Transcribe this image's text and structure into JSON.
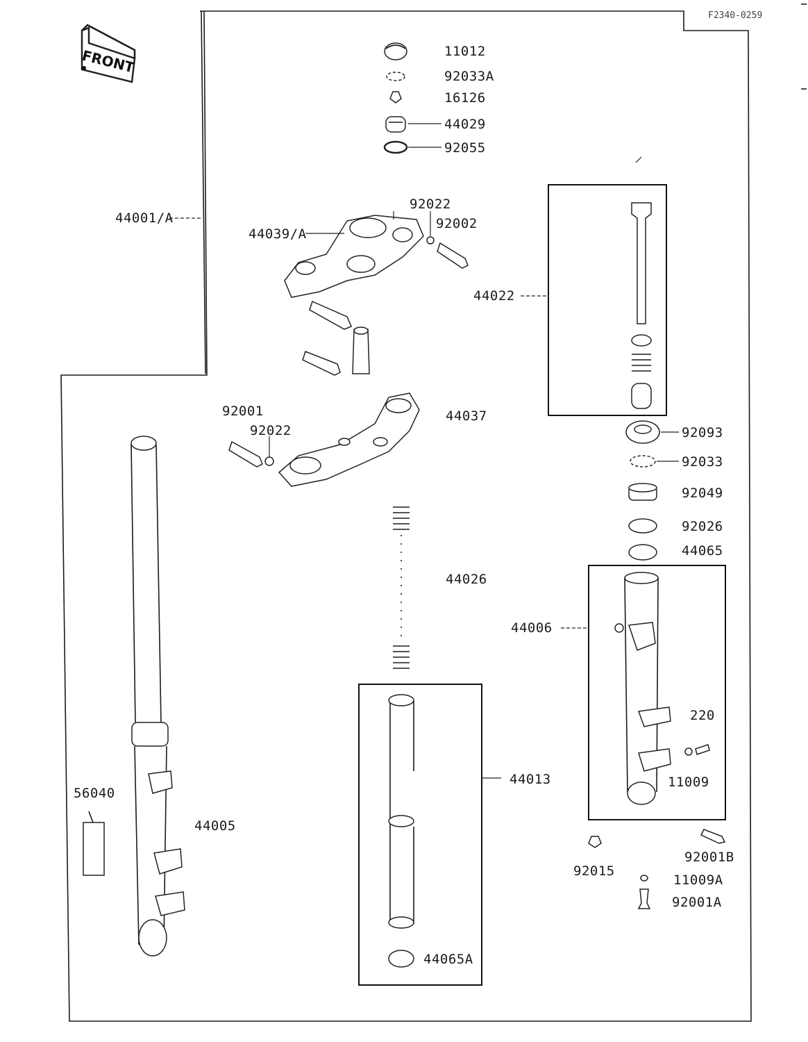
{
  "diagram": {
    "reference_code": "F2340-0259",
    "front_badge": "FRONT",
    "callouts": {
      "c11012": "11012",
      "c92033A": "92033A",
      "c16126": "16126",
      "c44029": "44029",
      "c92055": "92055",
      "c44001A": "44001/A",
      "c44039A": "44039/A",
      "c92022_top": "92022",
      "c92002": "92002",
      "c44022": "44022",
      "c92001": "92001",
      "c92022_mid": "92022",
      "c44037": "44037",
      "c92093": "92093",
      "c92033": "92033",
      "c92049": "92049",
      "c92026": "92026",
      "c44065": "44065",
      "c44026": "44026",
      "c44006": "44006",
      "c220": "220",
      "c56040": "56040",
      "c44005": "44005",
      "c44013": "44013",
      "c11009": "11009",
      "c92001B": "92001B",
      "c92015": "92015",
      "c11009A": "11009A",
      "c92001A": "92001A",
      "c44065A": "44065A"
    }
  }
}
